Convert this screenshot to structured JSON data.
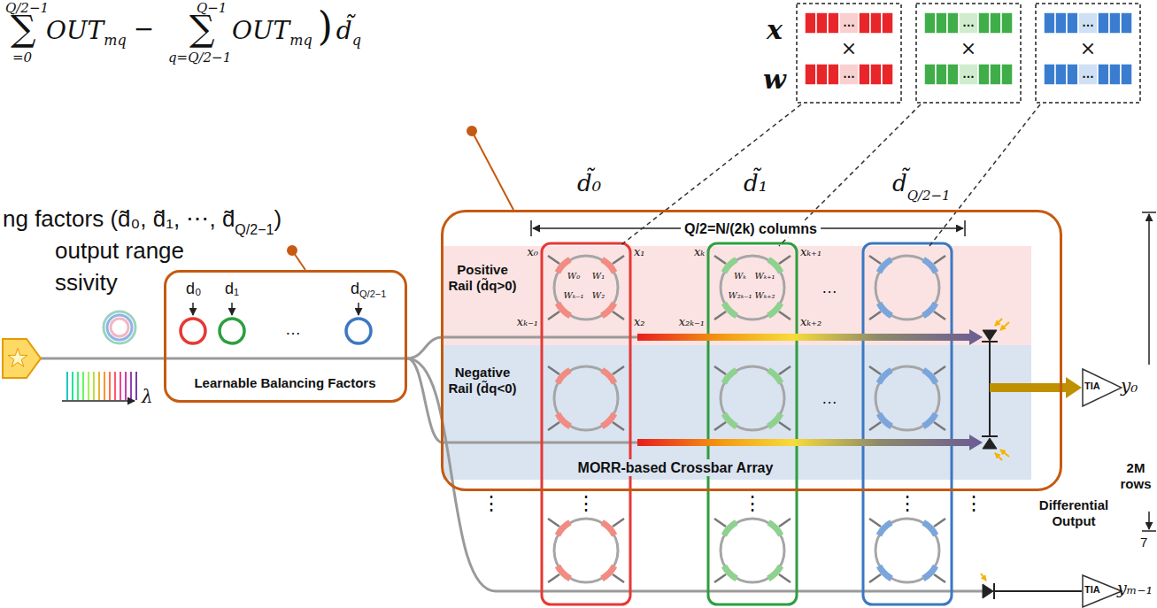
{
  "diagram": {
    "nodes": [
      {
        "text": [
          "Learnable Balancing Factors"
        ]
      },
      {
        "text": [
          "Q/2=N/(2k) columns",
          "MORR-based Crossbar Array"
        ]
      },
      {
        "text": [
          "Positive Rail (d̃q>0)"
        ],
        "in": 1
      },
      {
        "text": [
          "Negative Rail (d̃q<0)"
        ],
        "in": 1
      },
      {
        "text": [
          "TIA"
        ]
      },
      {
        "text": [
          "TIA"
        ]
      }
    ],
    "edges": [
      {
        "from": 0,
        "to": 2,
        "arrow": "none"
      },
      {
        "from": 0,
        "to": 3,
        "arrow": "none"
      },
      {
        "from": 1,
        "to": 4,
        "arrow": "to"
      }
    ],
    "labels": [
      "Q/2−1",
      "∑",
      "=0",
      "OUT",
      "mq",
      "−",
      "Q−1",
      "∑",
      "q=Q/2−1",
      "OUT",
      "mq",
      ")",
      "d̃",
      "q",
      "ng factors (d̃₀, d̃₁, ⋯, d̃",
      "Q/2−1",
      ")",
      "output range",
      "ssivity",
      "x",
      "w",
      "…",
      "×",
      "…",
      "…",
      "×",
      "…",
      "…",
      "×",
      "…",
      "d̃₀",
      "d̃₁",
      "d̃",
      "Q/2−1",
      "d₀",
      "d₁",
      "…",
      "d",
      "Q/2−1",
      "λ",
      "x₀",
      "x₁",
      "xₖ",
      "xₖ₊₁",
      "W₀",
      "W₁",
      "Wₖ",
      "Wₖ₊₁",
      "…",
      "xₖ₋₁",
      "Wₖ₋₁",
      "W₂",
      "x₂",
      "x₂ₖ₋₁",
      "W₂ₖ₋₁",
      "Wₖ₊₂",
      "xₖ₊₂",
      "…",
      "⋮",
      "⋮",
      "⋮",
      "⋮",
      "⋮",
      "Differential Output",
      "y₀",
      "2M rows",
      "yₘ₋₁",
      "7"
    ]
  }
}
